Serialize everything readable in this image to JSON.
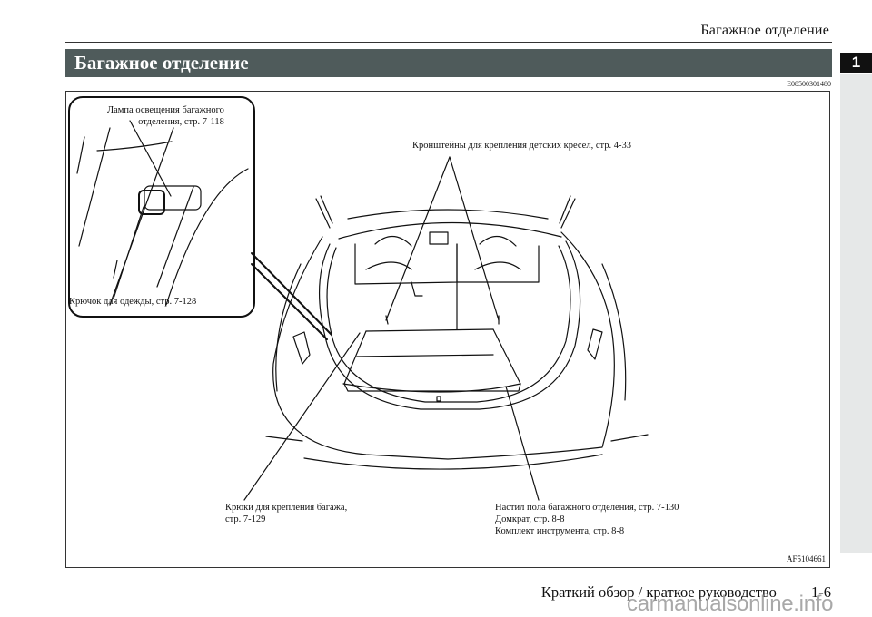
{
  "header": {
    "running_title": "Багажное отделение",
    "section_title": "Багажное отделение",
    "section_code": "E08500301480",
    "chapter_number": "1"
  },
  "figure": {
    "figure_id": "AF5104661",
    "inset_callouts": {
      "lamp": [
        "Лампа освещения багажного",
        "отделения, стр. 7-118"
      ],
      "hook": "Крючок для одежды, стр. 7-128"
    },
    "callouts": {
      "child_seat_anchors": "Кронштейны для крепления детских кресел, стр. 4-33",
      "luggage_hooks": [
        "Крюки для крепления багажа,",
        "стр. 7-129"
      ],
      "floor_board": [
        "Настил пола багажного отделения, стр. 7-130",
        "Домкрат, стр. 8-8",
        "Комплект инструмента, стр. 8-8"
      ]
    }
  },
  "footer": {
    "book_title": "Краткий обзор / краткое руководство",
    "page_number": "1-6",
    "watermark": "carmanualsonline.info"
  },
  "colors": {
    "section_bar": "#4f5b5b",
    "side_strip": "#e6e8e8",
    "chapter_tab": "#111111"
  }
}
